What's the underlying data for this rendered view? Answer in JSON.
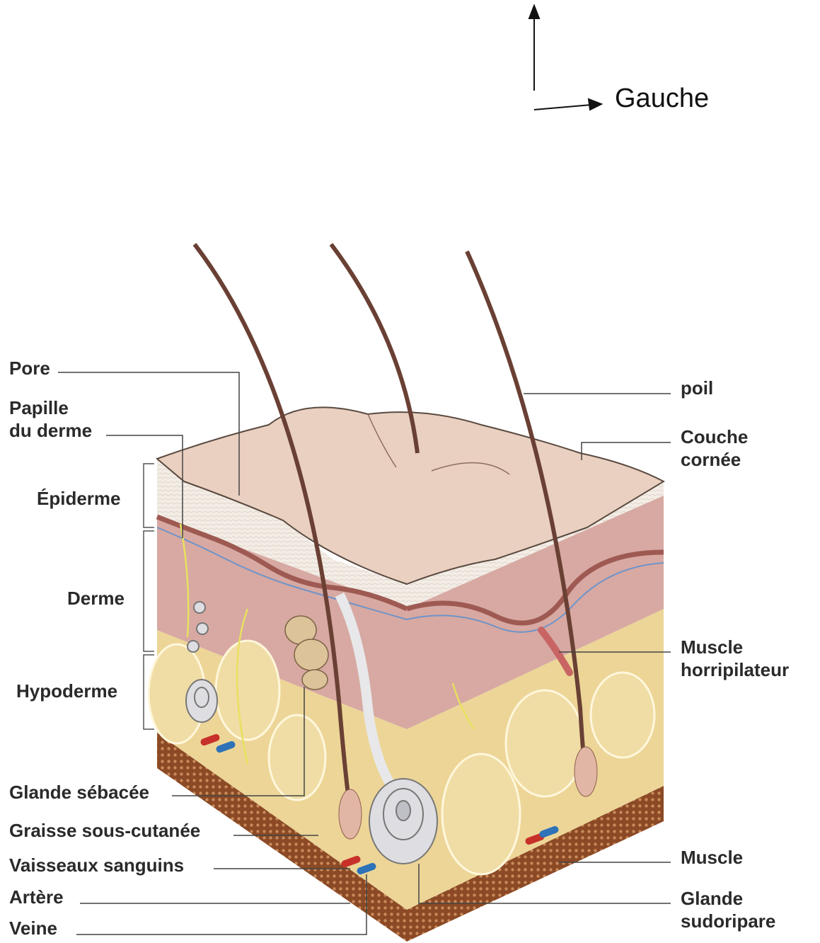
{
  "orientation": {
    "label": "Gauche"
  },
  "labels_left": {
    "pore": "Pore",
    "papille_1": "Papille",
    "papille_2": "du derme",
    "epiderme": "Épiderme",
    "derme": "Derme",
    "hypoderme": "Hypoderme",
    "glande_sebacee": "Glande sébacée",
    "graisse": "Graisse sous-cutanée",
    "vaisseaux": "Vaisseaux sanguins",
    "artere": "Artère",
    "veine": "Veine"
  },
  "labels_right": {
    "poil": "poil",
    "couche_1": "Couche",
    "couche_2": "cornée",
    "muscle_h_1": "Muscle",
    "muscle_h_2": "horripilateur",
    "muscle": "Muscle",
    "glande_sud_1": "Glande",
    "glande_sud_2": "sudoripare"
  },
  "colors": {
    "epidermis_surface": "#ead0c0",
    "epidermis_body": "#f2ebe3",
    "dermis": "#d7a9a2",
    "dermis_edge": "#9e5a52",
    "fat": "#ecd597",
    "muscle_base": "#8b4a25",
    "hair": "#6a4034",
    "leader": "#444444"
  }
}
